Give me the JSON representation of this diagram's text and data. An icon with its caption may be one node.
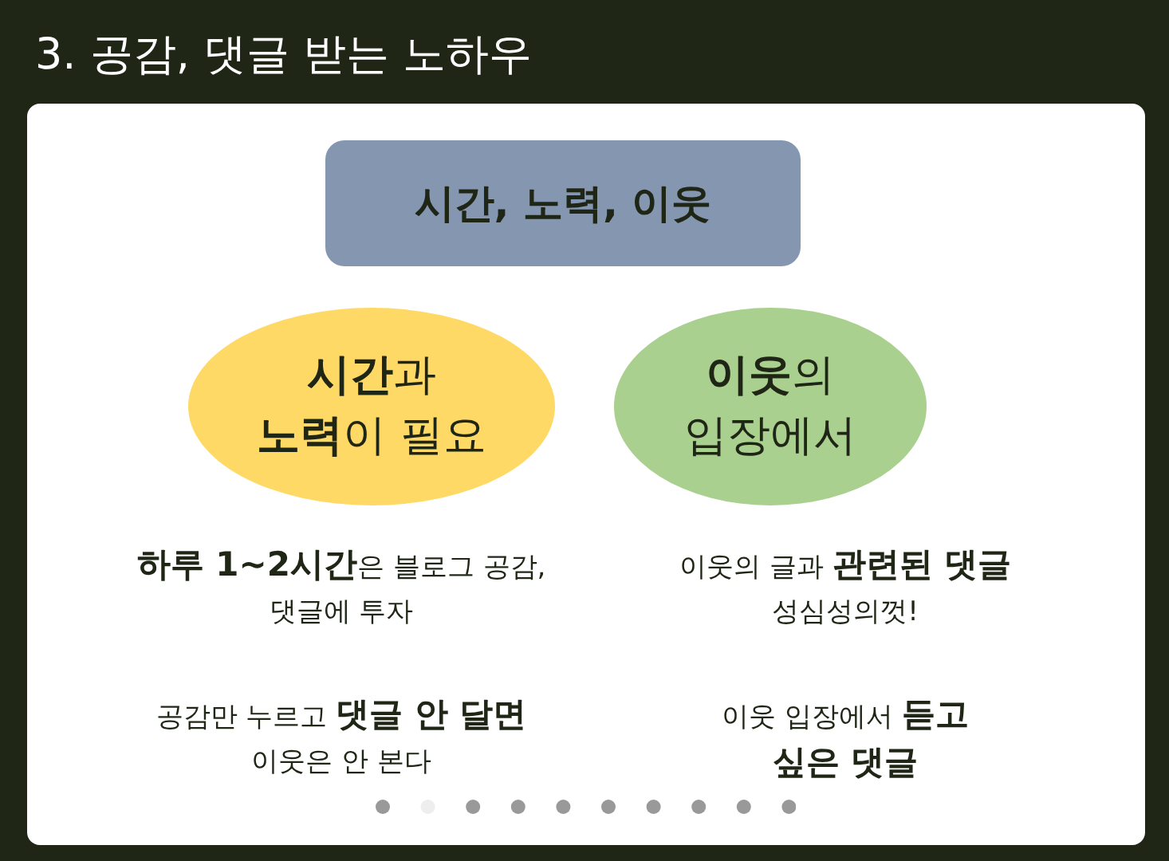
{
  "diagram": {
    "title": "3. 공감, 댓글 받는 노하우",
    "nodes": [
      {
        "text": [
          "시간, 노력, 이웃"
        ]
      },
      {
        "text": [
          "**시간**과 **노력**이 필요"
        ]
      },
      {
        "text": [
          "**이웃**의 입장에서"
        ]
      }
    ],
    "labels": [
      "**하루 1~2시간**은 블로그 공감, 댓글에 투자",
      "이웃의 글과 **관련된 댓글** 성심성의껏!",
      "공감만 누르고 **댓글 안 달면** 이웃은 안 본다",
      "이웃 입장에서 **듣고 싶은 댓글**"
    ]
  }
}
